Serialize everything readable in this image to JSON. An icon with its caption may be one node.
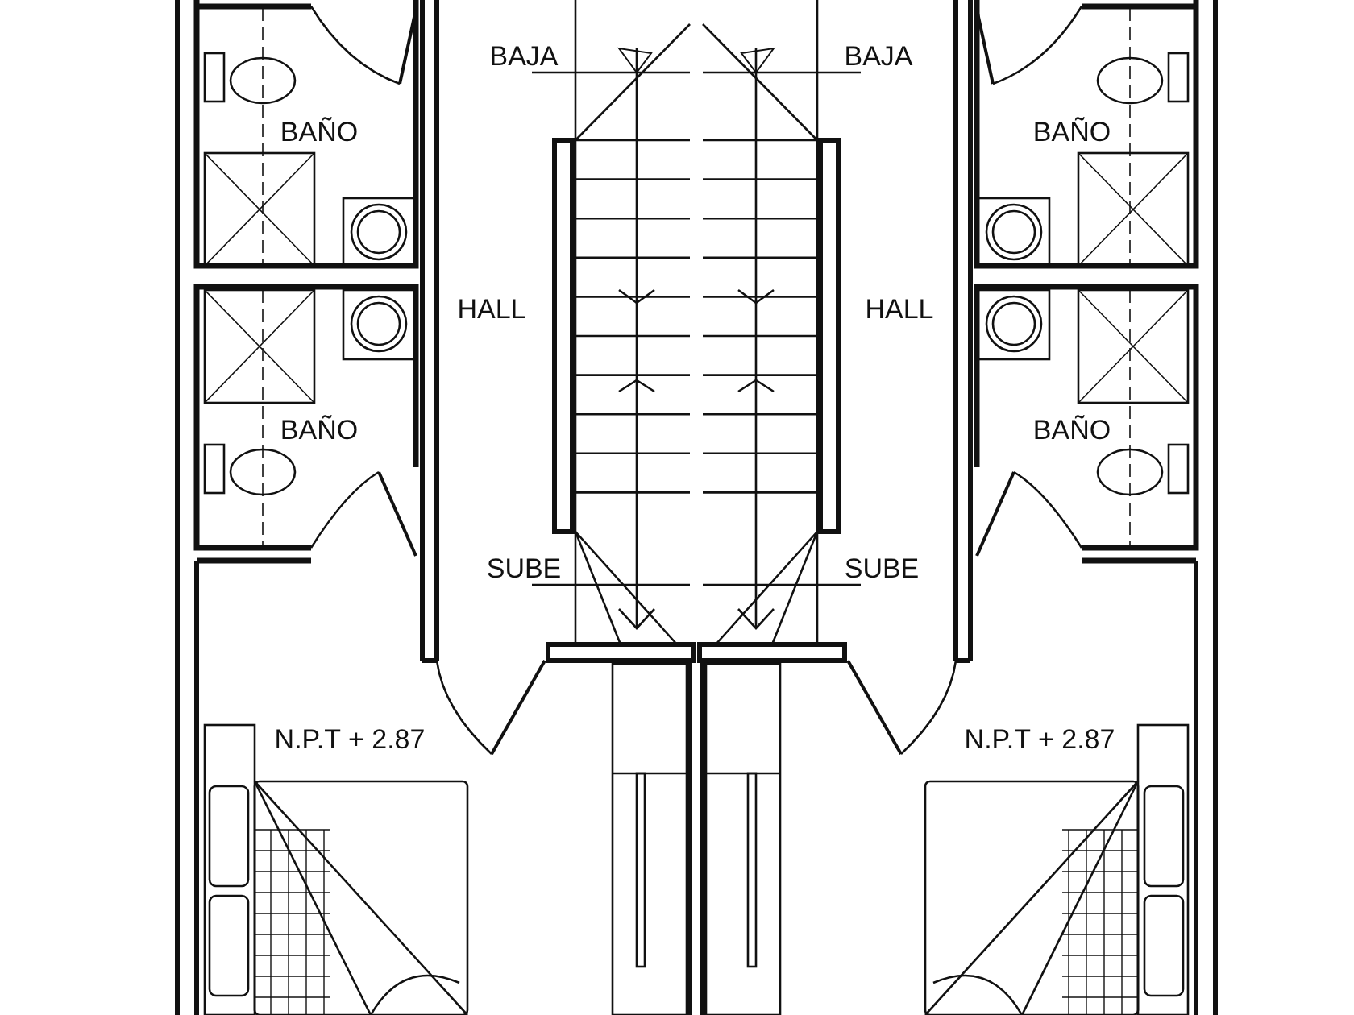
{
  "diagram": {
    "labels": [
      "BAJA",
      "BAJA",
      "BAÑO",
      "BAÑO",
      "HALL",
      "HALL",
      "BAÑO",
      "BAÑO",
      "SUBE",
      "SUBE",
      "N.P.T + 2.87",
      "N.P.T + 2.87"
    ]
  }
}
